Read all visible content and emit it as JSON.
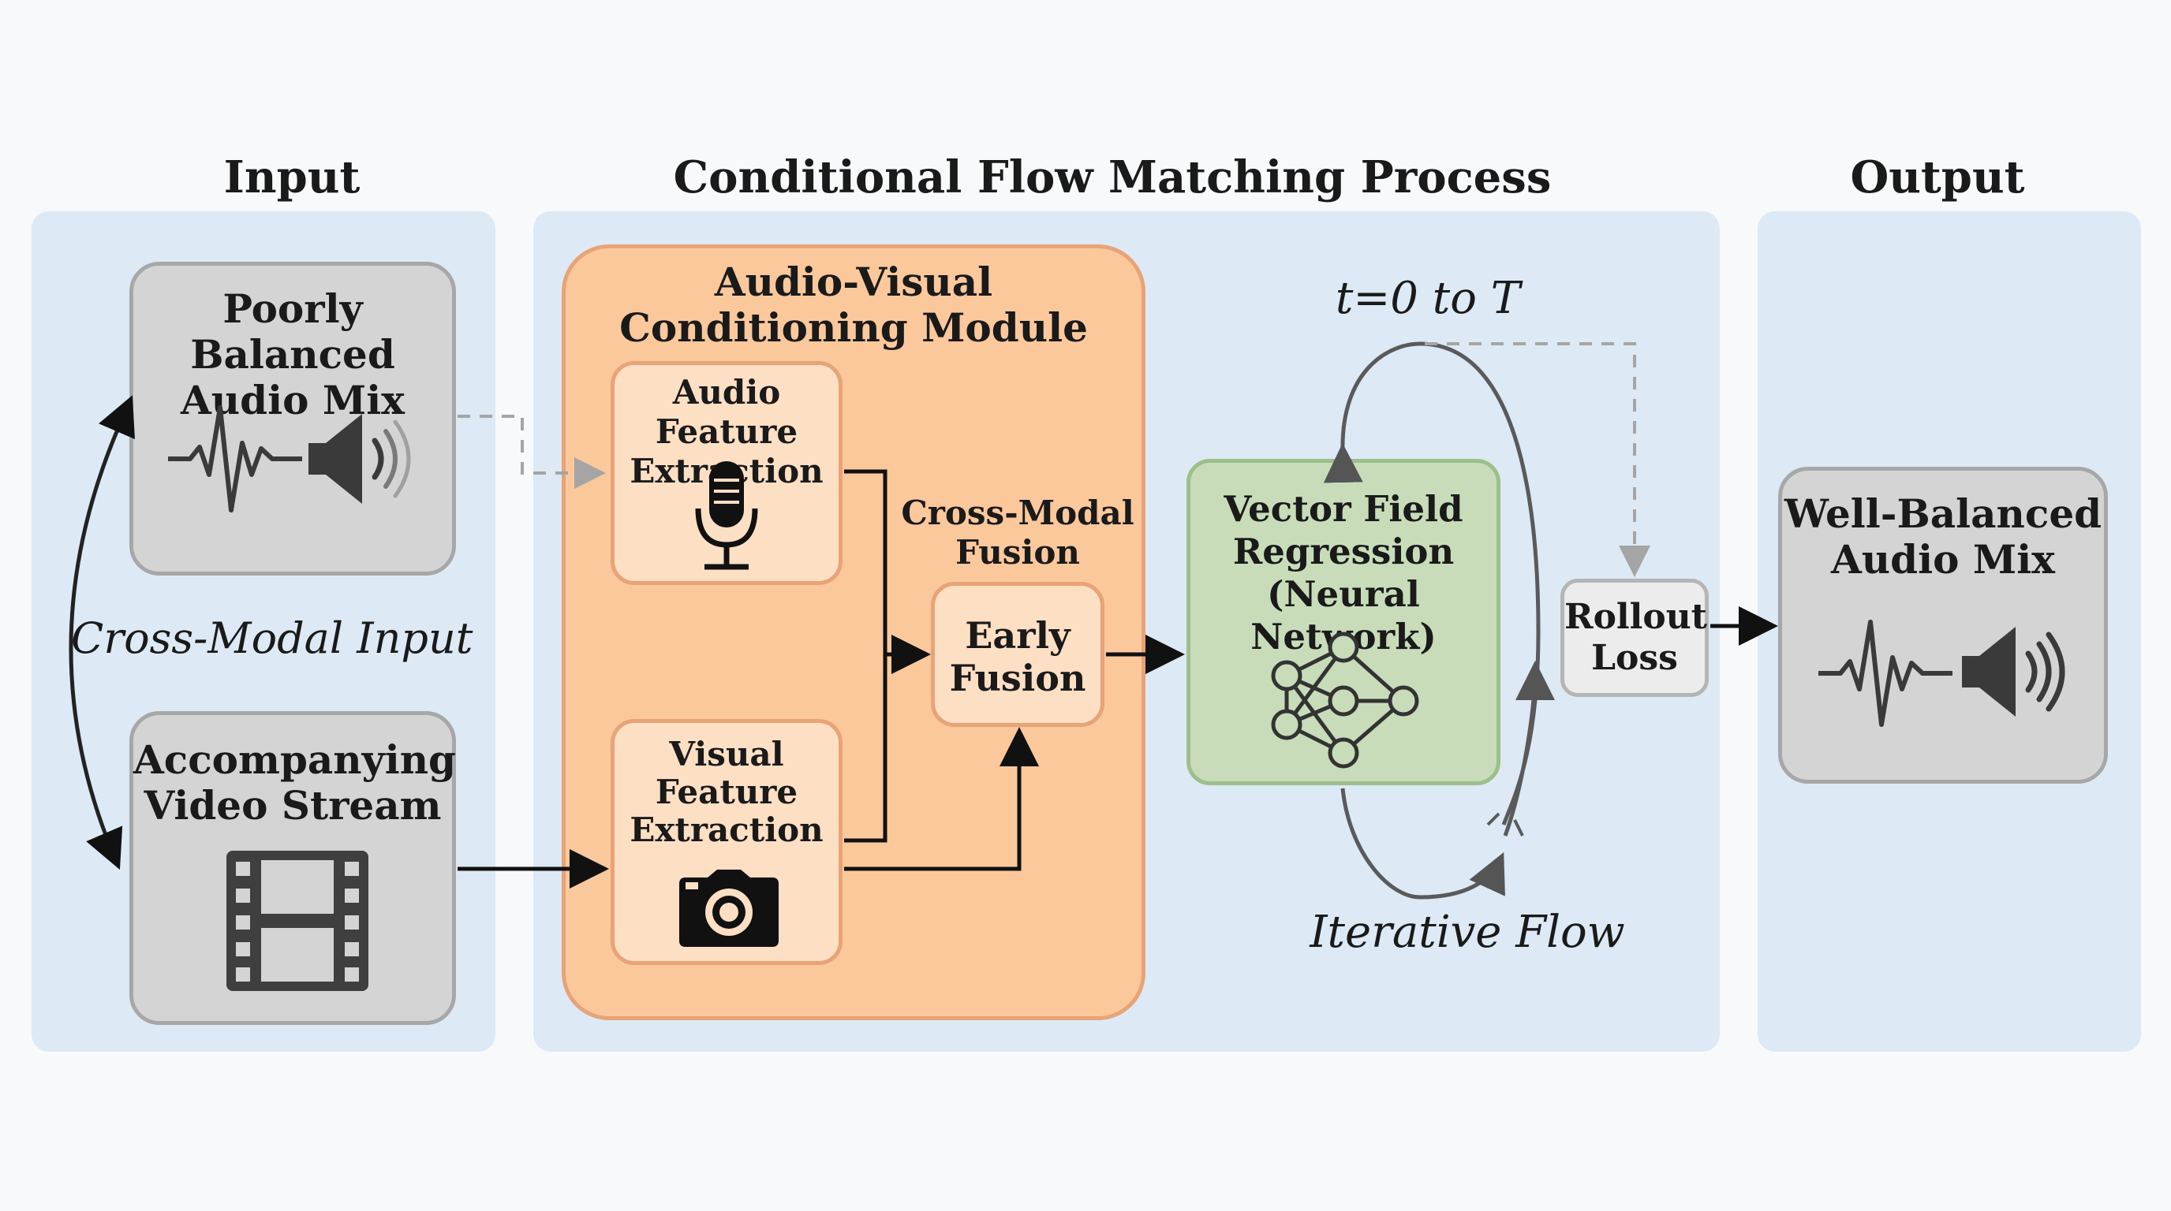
{
  "headings": {
    "input": "Input",
    "process": "Conditional Flow Matching Process",
    "output": "Output"
  },
  "input": {
    "audio_box": {
      "line1": "Poorly Balanced",
      "line2": "Audio Mix"
    },
    "video_box": {
      "line1": "Accompanying",
      "line2": "Video Stream"
    },
    "cross_modal_label": "Cross-Modal Input"
  },
  "module": {
    "title_line1": "Audio-Visual",
    "title_line2": "Conditioning Module",
    "audio_feature": {
      "line1": "Audio Feature",
      "line2": "Extraction"
    },
    "visual_feature": {
      "line1": "Visual",
      "line2": "Feature",
      "line3": "Extraction"
    },
    "fusion_label": {
      "line1": "Cross-Modal",
      "line2": "Fusion"
    },
    "early_fusion": {
      "line1": "Early",
      "line2": "Fusion"
    }
  },
  "vector_field": {
    "line1": "Vector Field",
    "line2": "Regression",
    "line3": "(Neural Network)"
  },
  "time_label": "t=0 to T",
  "iterative_label": "Iterative Flow",
  "rollout": {
    "line1": "Rollout",
    "line2": "Loss"
  },
  "output": {
    "line1": "Well-Balanced",
    "line2": "Audio Mix"
  },
  "colors": {
    "panel_bg": "#dde9f5",
    "module_fill": "#fbc89c",
    "module_border": "#e8a376",
    "vector_field_fill": "#c8dcba",
    "gray_box_fill": "#d4d4d4"
  },
  "icons": [
    "waveform-icon",
    "speaker-icon",
    "film-strip-icon",
    "microphone-icon",
    "camera-icon",
    "neural-network-icon"
  ]
}
